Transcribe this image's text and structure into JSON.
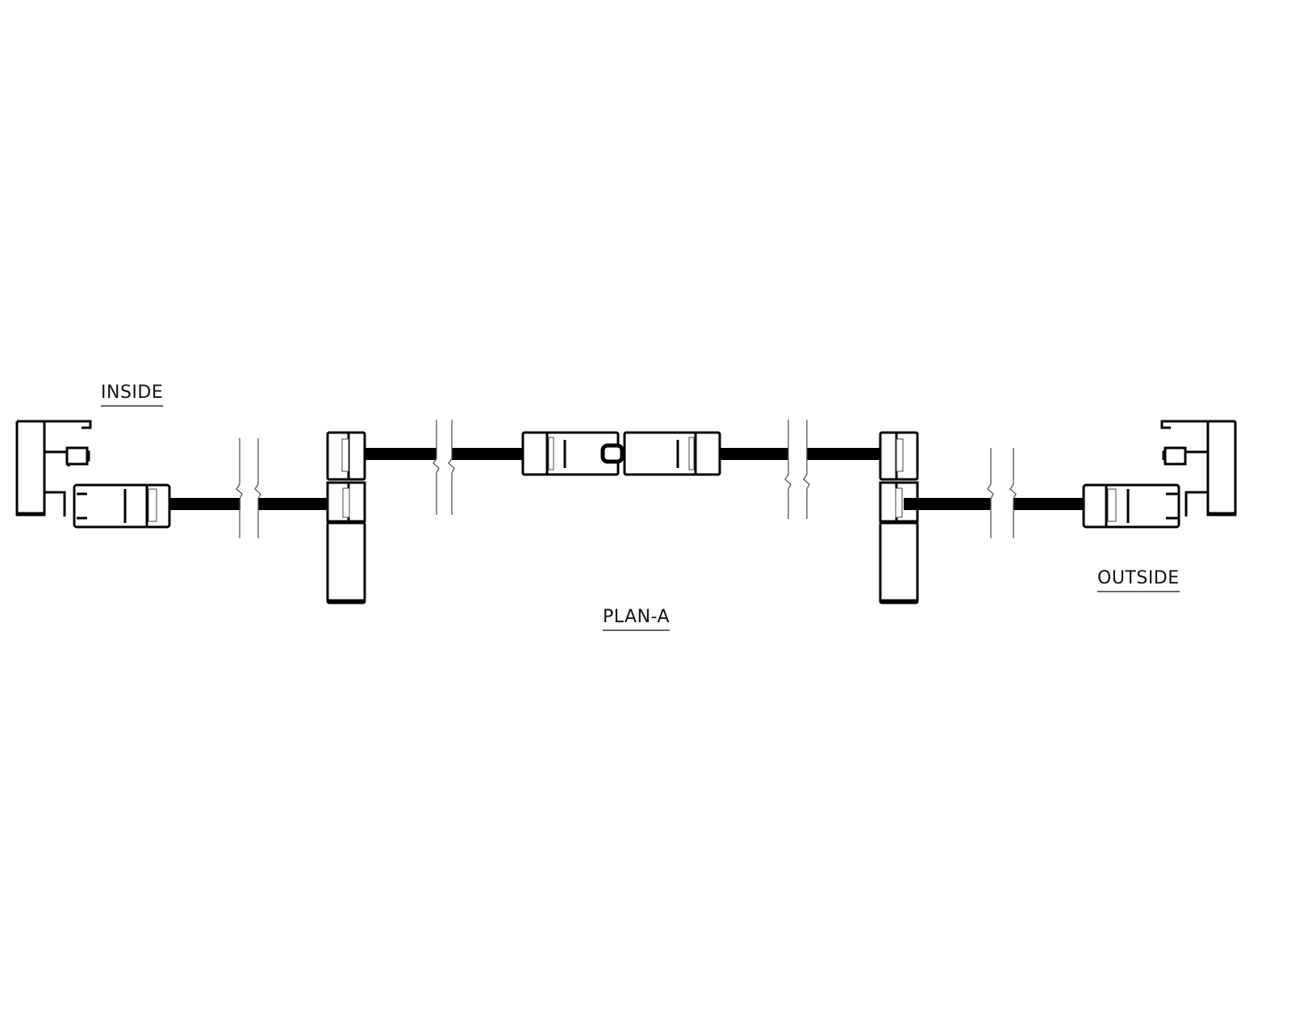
{
  "labels": {
    "inside": "INSIDE",
    "outside": "OUTSIDE",
    "plan": "PLAN-A"
  },
  "colors": {
    "line": "#000000",
    "background": "#ffffff",
    "underline": "#666666"
  }
}
